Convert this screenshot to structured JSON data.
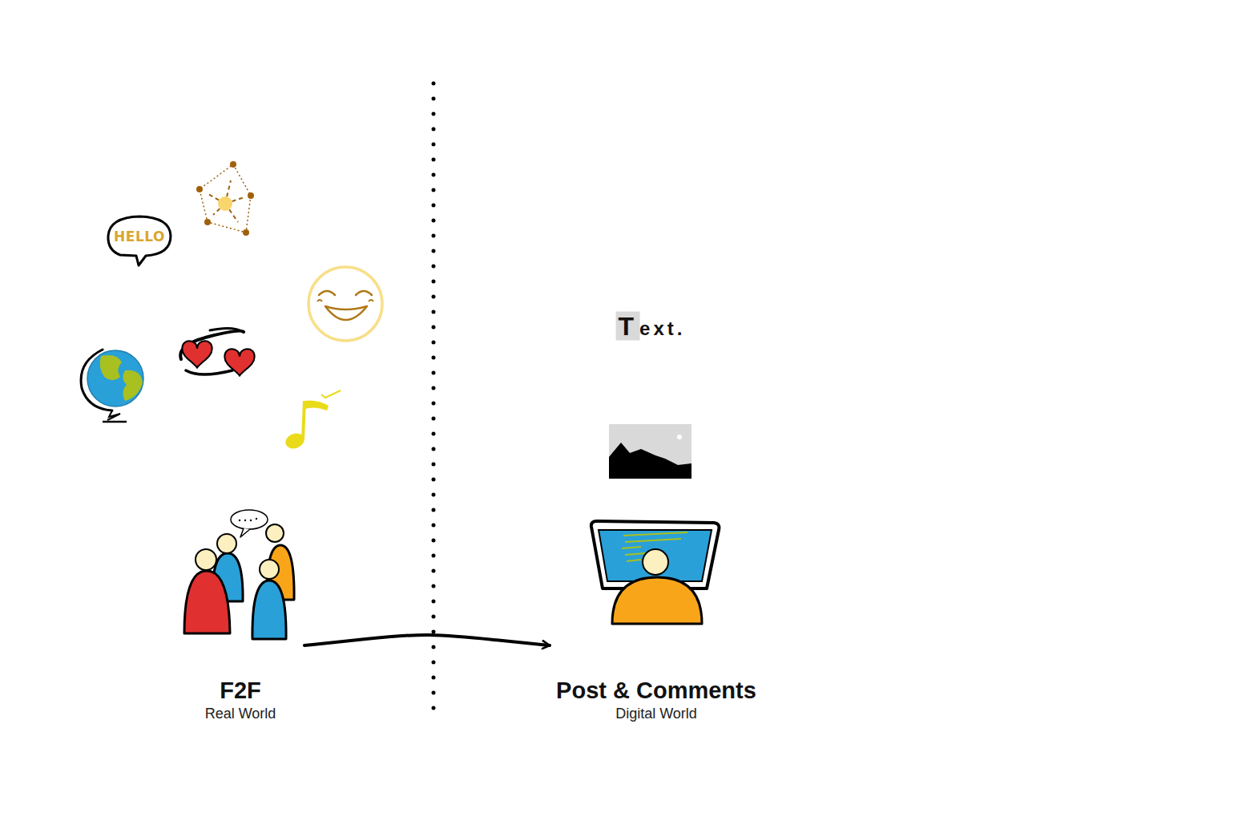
{
  "diagram": {
    "nodes": [
      {
        "text": [
          "F2F",
          "Real World"
        ]
      },
      {
        "text": [
          "Post & Comments",
          "Digital World"
        ]
      }
    ],
    "edges": [
      {
        "from": 0,
        "to": 1,
        "arrow": "to"
      }
    ],
    "labels": [
      "HELLO",
      "Text."
    ]
  }
}
